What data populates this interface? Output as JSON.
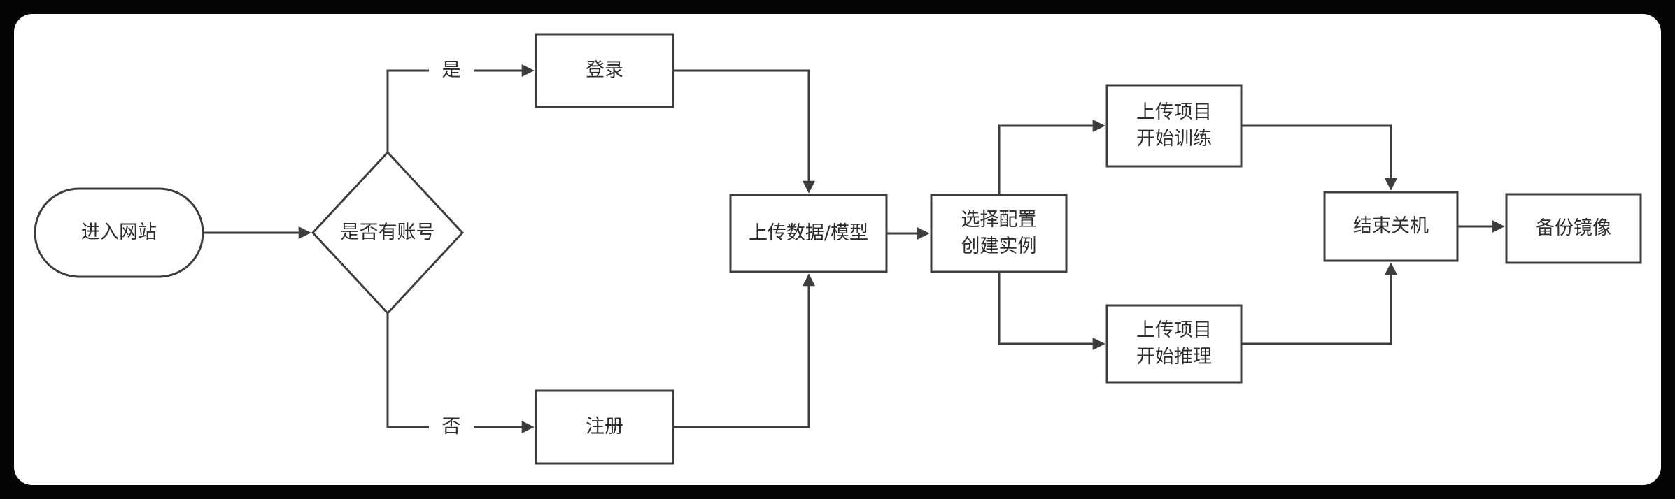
{
  "diagram": {
    "type": "flowchart",
    "stroke_color": "#3d3d3d",
    "background_outer": "#000000",
    "background_inner": "#ffffff"
  },
  "nodes": {
    "start": {
      "type": "terminator",
      "label": "进入网站"
    },
    "decision": {
      "type": "decision",
      "label": "是否有账号"
    },
    "login": {
      "type": "process",
      "label": "登录"
    },
    "register": {
      "type": "process",
      "label": "注册"
    },
    "upload": {
      "type": "process",
      "label": "上传数据/模型"
    },
    "config": {
      "type": "process",
      "label": "选择配置\n创建实例"
    },
    "train": {
      "type": "process",
      "label": "上传项目\n开始训练"
    },
    "infer": {
      "type": "process",
      "label": "上传项目\n开始推理"
    },
    "shutdown": {
      "type": "process",
      "label": "结束关机"
    },
    "backup": {
      "type": "process",
      "label": "备份镜像"
    }
  },
  "edge_labels": {
    "yes": "是",
    "no": "否"
  }
}
